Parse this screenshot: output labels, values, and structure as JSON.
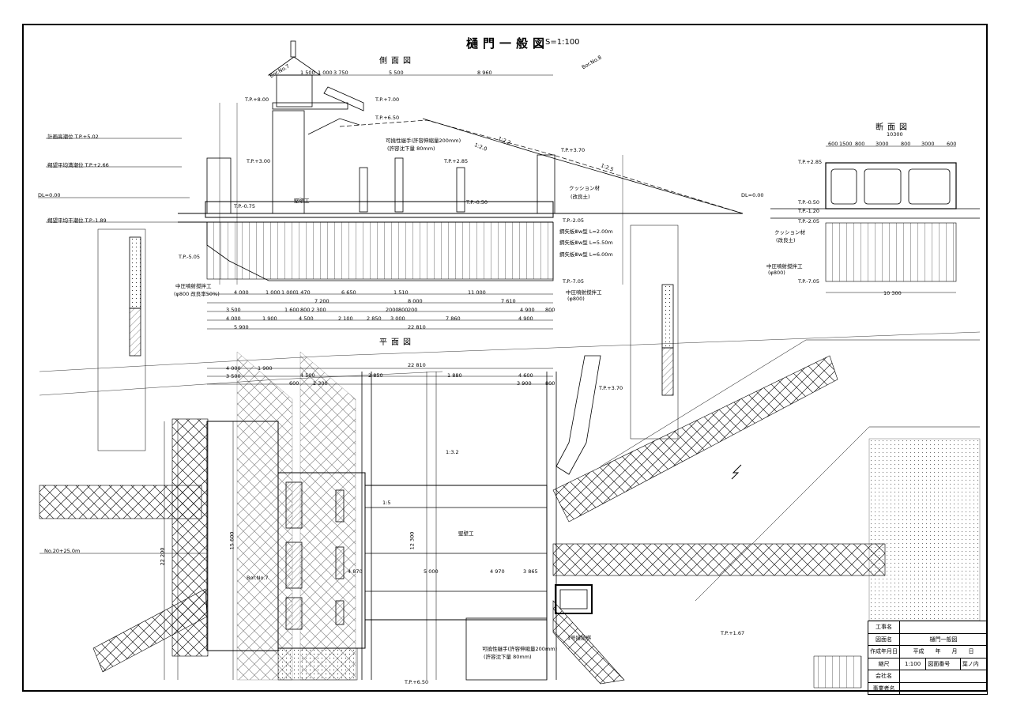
{
  "drawing": {
    "title": "樋門一般図",
    "scale": "S=1:100",
    "views": {
      "side": "側面図",
      "plan": "平面図",
      "section": "断面図"
    }
  },
  "levels": [
    {
      "label": "計画高潮位 T.P.+5.02"
    },
    {
      "label": "朔望平均満潮位 T.P.+2.66"
    },
    {
      "label": "DL=0.00"
    },
    {
      "label": "朔望平均干潮位 T.P.-1.89"
    }
  ],
  "side_annotations": [
    "T.P.+8.00",
    "T.P.+7.00",
    "T.P.+6.50",
    "T.P.+3.00",
    "T.P.+2.85",
    "T.P.+3.70",
    "T.P.-0.75",
    "T.P.-0.50",
    "T.P.-2.05",
    "T.P.-5.05",
    "T.P.-7.05",
    "Bor.No.7",
    "Bor.No.8",
    "堅壁工",
    "クッション材",
    "(改良土)",
    "鋼矢板Ⅲw型 L=2.00m",
    "鋼矢板Ⅲw型 L=5.50m",
    "鋼矢板Ⅲw型 L=6.00m",
    "中圧噴射撹拌工",
    "(φ800)",
    "中圧噴射撹拌工",
    "(φ800 改良率50%)",
    "可撓性継手(許容伸縮量200mm)",
    "(許容沈下量 80mm)",
    "1:2.2",
    "1:2.5",
    "1:2.0"
  ],
  "section_annotations": [
    "T.P.+2.85",
    "T.P.-0.50",
    "T.P.-1.20",
    "T.P.-2.05",
    "T.P.-7.05",
    "クッション材",
    "(改良土)",
    "中圧噴射撹拌工",
    "(φ800)",
    "10300",
    "10 300",
    "DL=0.00"
  ],
  "dimensions": {
    "side_top": [
      "1 500",
      "1 000",
      "3 750",
      "5 500",
      "8 960"
    ],
    "side_bottom_1": [
      "4 000",
      "1 000",
      "1 000",
      "1 470",
      "6 650",
      "1 510",
      "11 000"
    ],
    "side_bottom_2": [
      "7 200",
      "8 000",
      "7 610"
    ],
    "side_bottom_3": [
      "3 500",
      "1 600",
      "800",
      "2 300",
      "2000",
      "800",
      "200",
      "4 900"
    ],
    "side_bottom_4": [
      "4 000",
      "1 900",
      "4 500",
      "2 100",
      "2 850",
      "3 000",
      "7 860",
      "4 900",
      "800"
    ],
    "side_bottom_5": [
      "5 900",
      "22 810"
    ],
    "section_top": [
      "600",
      "1500",
      "800",
      "3000",
      "800",
      "3000",
      "600"
    ]
  },
  "plan_annotations": [
    "T.P.+3.70",
    "T.P.+1.67",
    "T.P.+6.50",
    "No.20+25.0m",
    "Bor.No.7",
    "1:3.2",
    "1:5",
    "堅壁工",
    "5 000",
    "4 970",
    "3 865",
    "4 870",
    "15 600",
    "22 200",
    "12 300",
    "可撓性継手(許容伸縮量200mm)",
    "(許容沈下量 80mm)",
    "1号接続桝",
    "22 810",
    "4 000",
    "1 900",
    "4 500",
    "2 850",
    "1 880",
    "4 600",
    "3 500",
    "600",
    "2 300",
    "3 900",
    "800"
  ],
  "title_block": {
    "rows": [
      {
        "label": "工事名",
        "value": ""
      },
      {
        "label": "図面名",
        "value": "樋門一般図"
      },
      {
        "label": "作成年月日",
        "value": "平成　　年　　月　　日"
      },
      {
        "label": "縮尺",
        "value": "1:100",
        "label2": "図面番号",
        "value2": "葉ノ内"
      },
      {
        "label": "会社名",
        "value": ""
      },
      {
        "label": "事業者名",
        "value": ""
      }
    ]
  }
}
